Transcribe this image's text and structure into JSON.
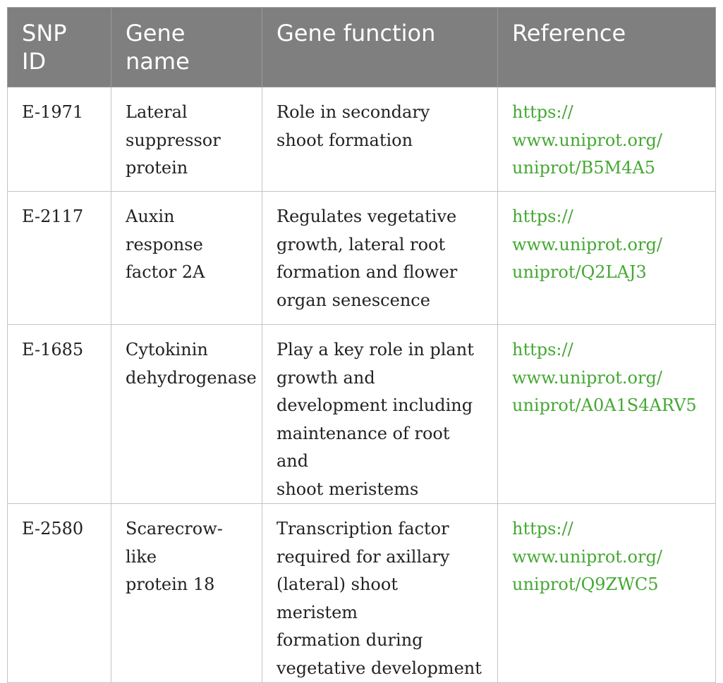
{
  "table": {
    "headers": [
      "SNP ID",
      "Gene name",
      "Gene function",
      "Reference"
    ],
    "rows": [
      {
        "snp_id": "E-1971",
        "gene_name": [
          "Lateral",
          "suppressor",
          "protein"
        ],
        "gene_function": [
          "Role in secondary",
          "shoot formation"
        ],
        "reference": [
          "https://",
          "www.uniprot.org/",
          "uniprot/B5M4A5"
        ]
      },
      {
        "snp_id": "E-2117",
        "gene_name": [
          "Auxin",
          "response",
          "factor 2A"
        ],
        "gene_function": [
          "Regulates vegetative",
          "growth, lateral root",
          "formation and flower",
          "organ senescence"
        ],
        "reference": [
          "https://",
          "www.uniprot.org/",
          "uniprot/Q2LAJ3"
        ]
      },
      {
        "snp_id": "E-1685",
        "gene_name": [
          "Cytokinin",
          "dehydrogenase"
        ],
        "gene_function": [
          "Play a key role in plant",
          "growth and",
          "development including",
          "maintenance of root and",
          "shoot meristems"
        ],
        "reference": [
          "https://",
          "www.uniprot.org/",
          "uniprot/A0A1S4ARV5"
        ]
      },
      {
        "snp_id": "E-2580",
        "gene_name": [
          "Scarecrow-like",
          "protein 18"
        ],
        "gene_function": [
          "Transcription factor",
          "required for axillary",
          "(lateral) shoot meristem",
          "formation during",
          "vegetative development"
        ],
        "reference": [
          "https://",
          "www.uniprot.org/",
          "uniprot/Q9ZWC5"
        ]
      }
    ],
    "colors": {
      "header_bg": "#7f7f80",
      "header_text": "#ffffff",
      "link": "#44a832",
      "body_text": "#222222",
      "border": "#c3c3c3"
    }
  }
}
